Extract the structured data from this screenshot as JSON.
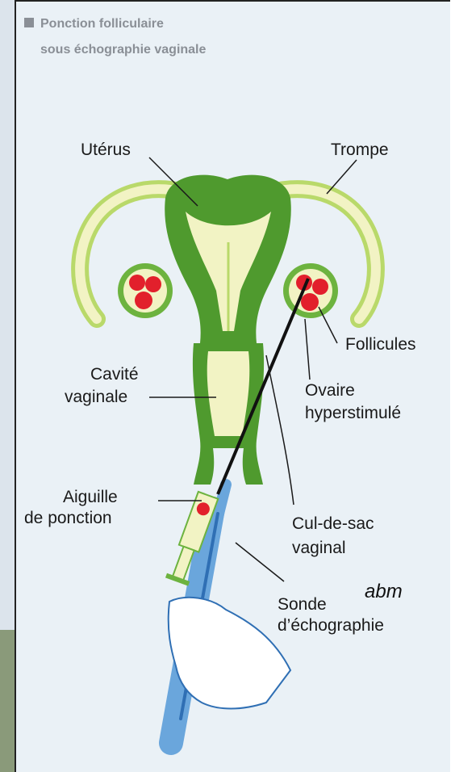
{
  "title": {
    "line1": "Ponction folliculaire",
    "line2": "sous échographie vaginale"
  },
  "labels": {
    "uterus": "Utérus",
    "trompe": "Trompe",
    "follicules": "Follicules",
    "cavite_1": "Cavité",
    "cavite_2": "vaginale",
    "ovaire_1": "Ovaire",
    "ovaire_2": "hyperstimulé",
    "aiguille_1": "Aiguille",
    "aiguille_2": "de ponction",
    "culdesac_1": "Cul-de-sac",
    "culdesac_2": "vaginal",
    "sonde_1": "Sonde",
    "sonde_2": "d’échographie"
  },
  "credit": "abm",
  "colors": {
    "panel_bg": "#eaf1f6",
    "dark_green": "#4f9a2e",
    "mid_green": "#6db33f",
    "light_yellow": "#f2f3c4",
    "light_green_line": "#b9d96a",
    "follicle_red": "#e2202c",
    "probe_blue": "#6aa6dc",
    "probe_dark_blue": "#2f6fb4",
    "glove_white": "#ffffff",
    "title_grey": "#8a8f96"
  }
}
